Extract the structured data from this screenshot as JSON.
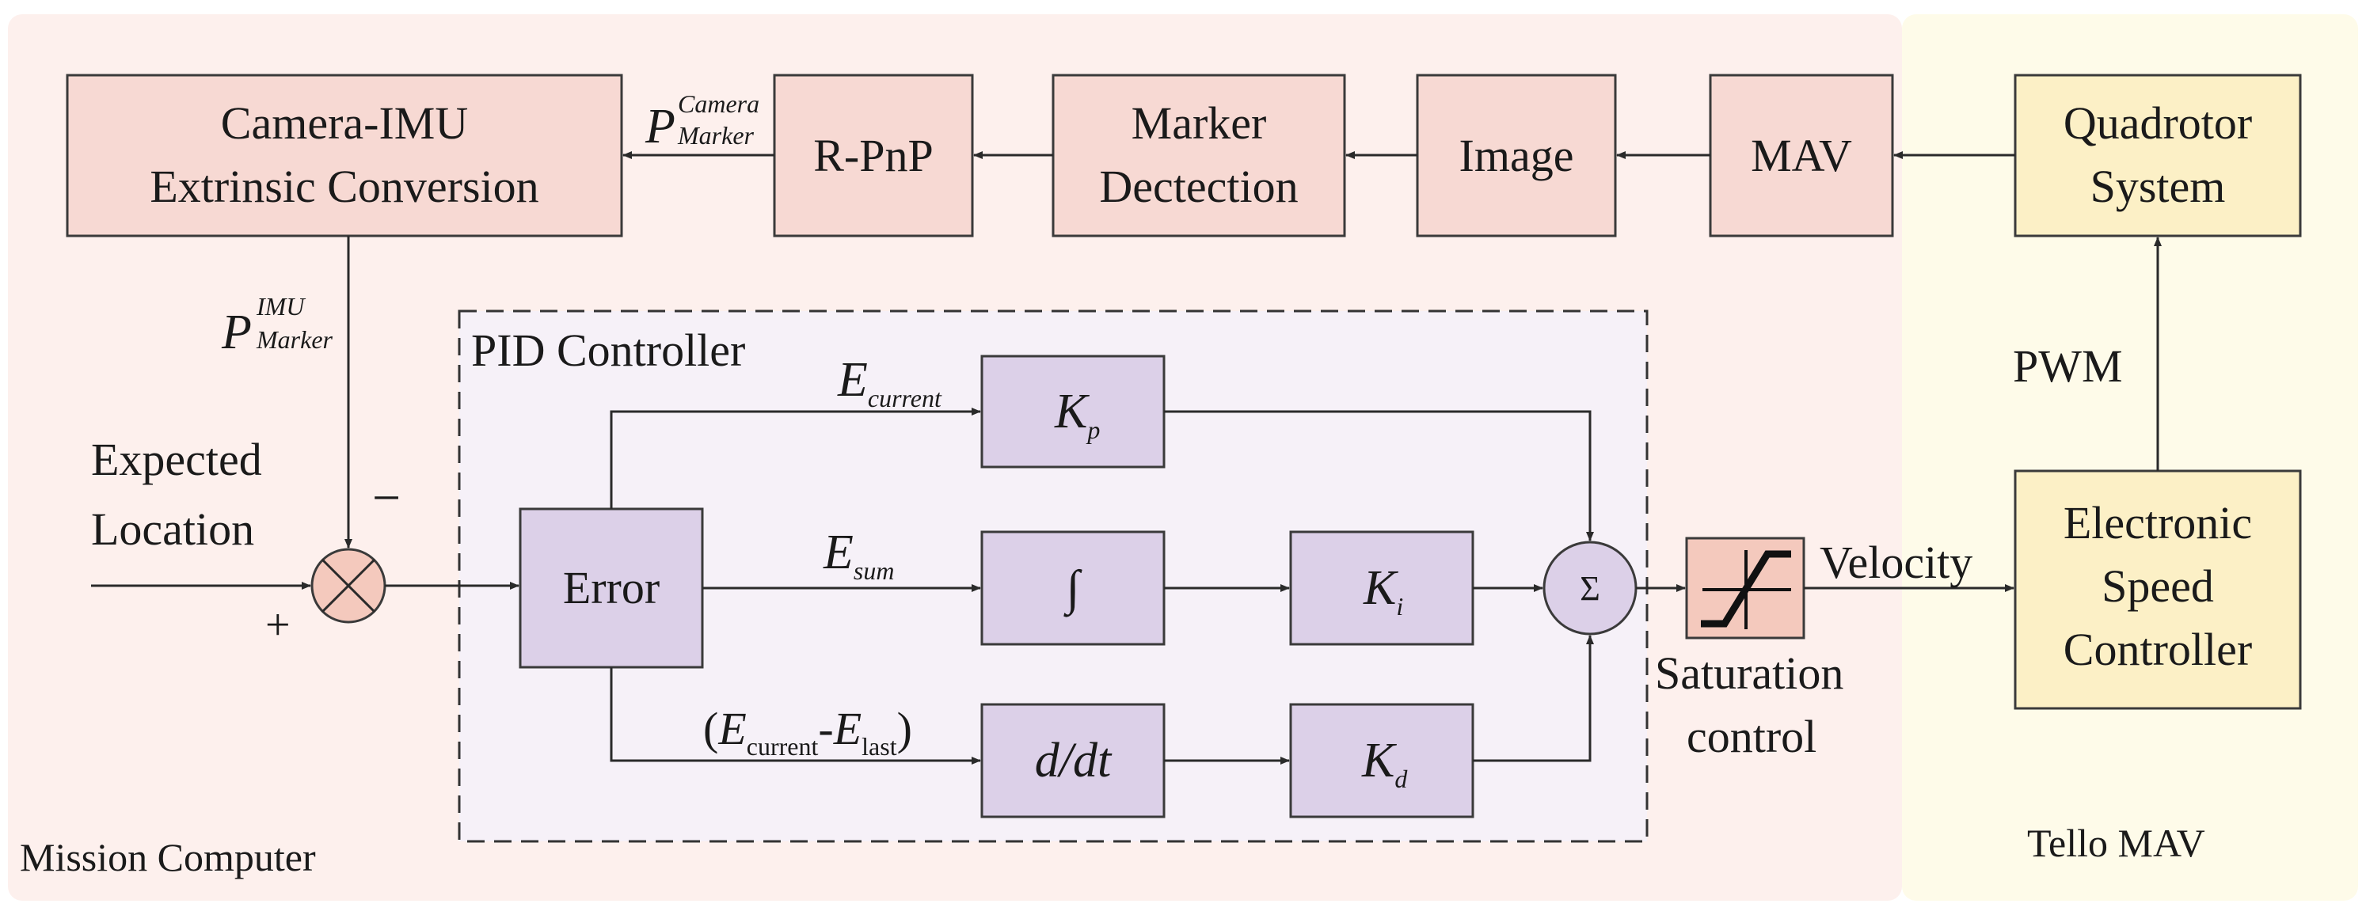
{
  "regions": {
    "mission": "Mission Computer",
    "tello": "Tello MAV",
    "pid": "PID Controller"
  },
  "blocks": {
    "conversion_l1": "Camera-IMU",
    "conversion_l2": "Extrinsic Conversion",
    "rpnp": "R-PnP",
    "marker_l1": "Marker",
    "marker_l2": "Dectection",
    "image": "Image",
    "mav": "MAV",
    "quad_l1": "Quadrotor",
    "quad_l2": "System",
    "esc_l1": "Electronic",
    "esc_l2": "Speed",
    "esc_l3": "Controller",
    "error": "Error",
    "kp_main": "K",
    "kp_sub": "p",
    "integral": "∫",
    "ki_main": "K",
    "ki_sub": "i",
    "deriv": "d/dt",
    "kd_main": "K",
    "kd_sub": "d",
    "sum": "Σ"
  },
  "signals": {
    "p_cam_main": "P",
    "p_cam_sup": "Camera",
    "p_cam_sub": "Marker",
    "p_imu_main": "P",
    "p_imu_sup": "IMU",
    "p_imu_sub": "Marker",
    "expected_l1": "Expected",
    "expected_l2": "Location",
    "minus": "−",
    "plus": "+",
    "e_current_main": "E",
    "e_current_sub": "current",
    "e_sum_main": "E",
    "e_sum_sub": "sum",
    "e_diff_open": "(",
    "e_diff_main1": "E",
    "e_diff_sub1": "current",
    "e_diff_dash": "-",
    "e_diff_main2": "E",
    "e_diff_sub2": "last",
    "e_diff_close": ")",
    "velocity": "Velocity",
    "saturation_l1": "Saturation",
    "saturation_l2": "control",
    "pwm": "PWM"
  },
  "colors": {
    "mission_bg": "#fdf0ed",
    "tello_bg": "#fefbe9",
    "pink_block": "#f7d9d3",
    "purple_block": "#dcd0e8",
    "yellow_block": "#fcf0c6"
  }
}
